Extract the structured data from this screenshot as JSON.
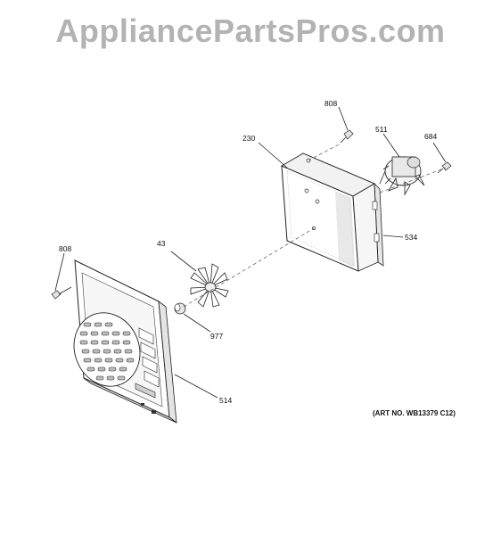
{
  "watermark": {
    "text": "AppliancePartsPros.com",
    "color": "#b3b3b3"
  },
  "art_number": "(ART NO. WB13379 C12)",
  "parts": {
    "p808_top": "808",
    "p230": "230",
    "p511": "511",
    "p684": "684",
    "p534": "534",
    "p43": "43",
    "p808_left": "808",
    "p977": "977",
    "p514": "514"
  }
}
